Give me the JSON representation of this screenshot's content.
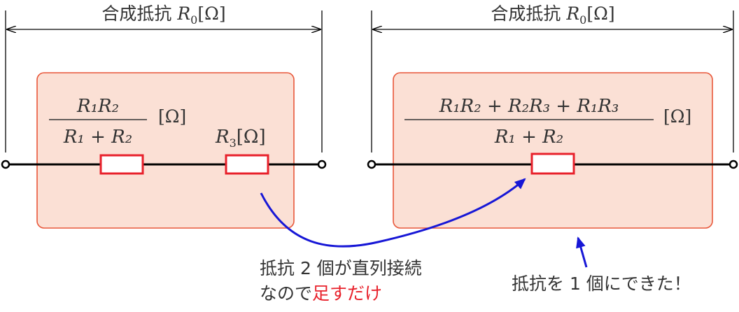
{
  "left": {
    "title": {
      "prefix": "合成抵抗 ",
      "var": "R",
      "sub": "0",
      "unit": "[Ω]"
    },
    "box_formula": {
      "numerator": "R₁R₂",
      "denominator": "R₁ + R₂",
      "unit": "[Ω]"
    },
    "r3_label": {
      "var": "R",
      "sub": "3",
      "unit": "[Ω]"
    }
  },
  "right": {
    "title": {
      "prefix": "合成抵抗 ",
      "var": "R",
      "sub": "0",
      "unit": "[Ω]"
    },
    "box_formula": {
      "numerator": "R₁R₂ + R₂R₃ + R₁R₃",
      "denominator": "R₁ + R₂",
      "unit": "[Ω]"
    }
  },
  "notes": {
    "series_line1": "抵抗 2 個が直列接続",
    "series_line2_prefix": "なので",
    "series_line2_highlight": "足すだけ",
    "result": "抵抗を 1 個にできた！"
  },
  "colors": {
    "box_fill": "#fbe0d5",
    "box_stroke": "#e8573a",
    "resistor": "#e8212b",
    "arrow": "#1717d6",
    "highlight": "#e8212b",
    "text": "#333333"
  }
}
